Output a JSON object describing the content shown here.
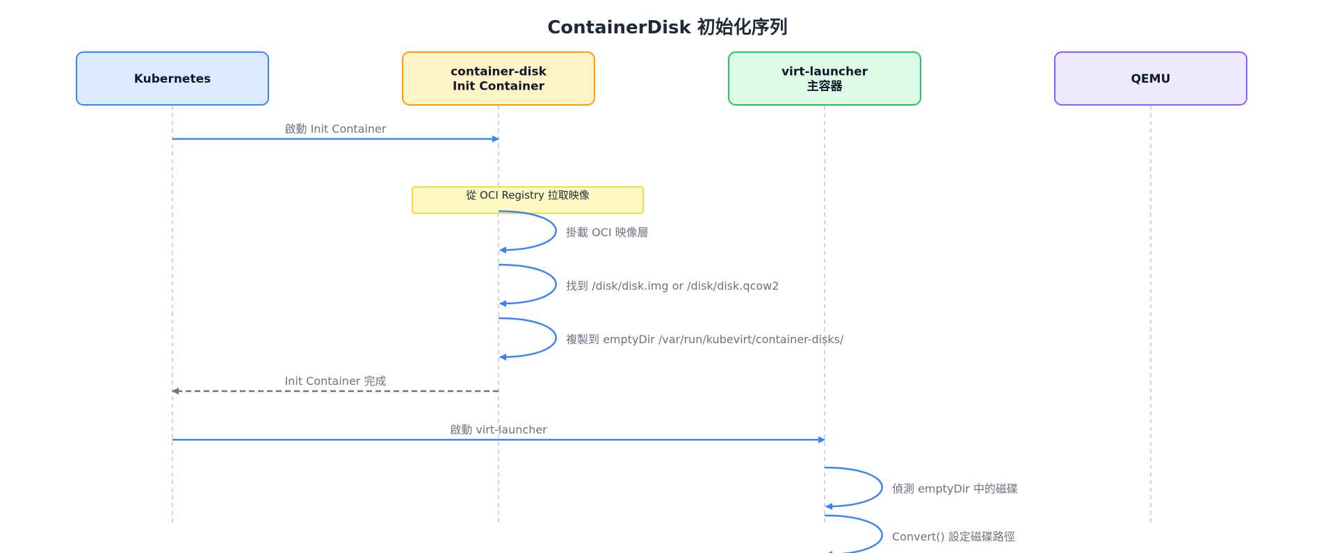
{
  "title": "ContainerDisk 初始化序列",
  "colors": {
    "arrow": "#3b82f6",
    "return": "#6b7280"
  },
  "actors": [
    {
      "id": "k8s",
      "lines": [
        "Kubernetes"
      ],
      "fill": "#dbeafe",
      "stroke": "#3b82f6"
    },
    {
      "id": "cd",
      "lines": [
        "container-disk",
        "Init Container"
      ],
      "fill": "#fef3c7",
      "stroke": "#f59e0b"
    },
    {
      "id": "vl",
      "lines": [
        "virt-launcher",
        "主容器"
      ],
      "fill": "#dcfce7",
      "stroke": "#22c55e"
    },
    {
      "id": "qemu",
      "lines": [
        "QEMU"
      ],
      "fill": "#ede9fe",
      "stroke": "#8b5cf6"
    }
  ],
  "messages": [
    {
      "from": "k8s",
      "to": "cd",
      "label": "啟動 Init Container",
      "style": "solid"
    },
    {
      "note": true,
      "actor": "cd",
      "label": "從 OCI Registry 拉取映像"
    },
    {
      "from": "cd",
      "to": "cd",
      "label": "掛載 OCI 映像層",
      "style": "self"
    },
    {
      "from": "cd",
      "to": "cd",
      "label": "找到 /disk/disk.img or /disk/disk.qcow2",
      "style": "self"
    },
    {
      "from": "cd",
      "to": "cd",
      "label": "複製到 emptyDir /var/run/kubevirt/container-disks/",
      "style": "self"
    },
    {
      "from": "cd",
      "to": "k8s",
      "label": "Init Container 完成",
      "style": "dashed"
    },
    {
      "from": "k8s",
      "to": "vl",
      "label": "啟動 virt-launcher",
      "style": "solid"
    },
    {
      "from": "vl",
      "to": "vl",
      "label": "偵測 emptyDir 中的磁碟",
      "style": "self"
    },
    {
      "from": "vl",
      "to": "vl",
      "label": "Convert() 設定磁碟路徑",
      "style": "self"
    }
  ]
}
